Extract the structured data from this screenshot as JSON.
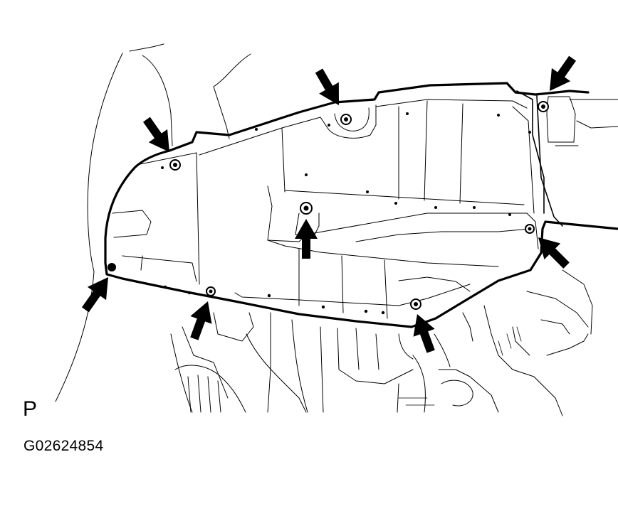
{
  "figure": {
    "view_label": "P",
    "figure_id": "G02624854"
  },
  "arrows": [
    {
      "name": "arrow-bolt-left-upper"
    },
    {
      "name": "arrow-bolt-top-center"
    },
    {
      "name": "arrow-bolt-top-right"
    },
    {
      "name": "arrow-bolt-center"
    },
    {
      "name": "arrow-bolt-right-edge"
    },
    {
      "name": "arrow-bolt-left-edge"
    },
    {
      "name": "arrow-bolt-lower-left"
    },
    {
      "name": "arrow-bolt-lower-center"
    }
  ]
}
